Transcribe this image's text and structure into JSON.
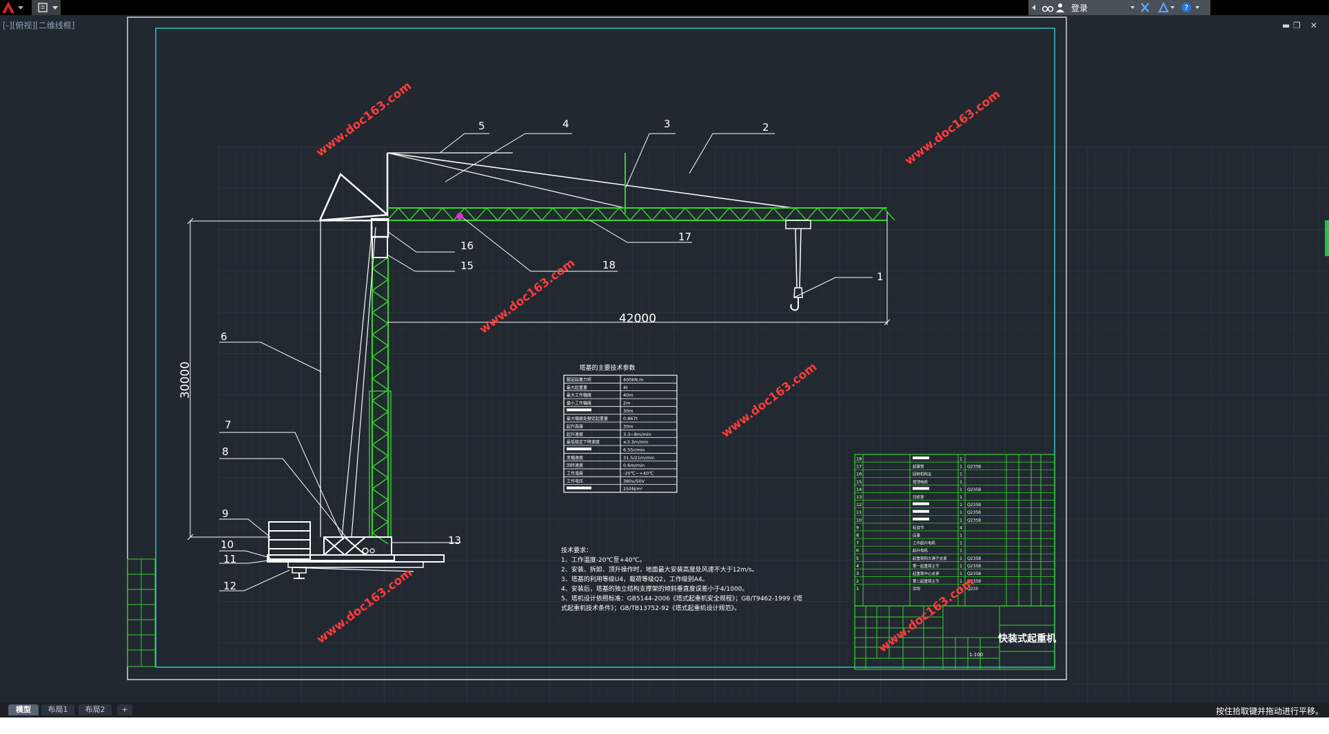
{
  "toolbar": {
    "login_label": "登录"
  },
  "viewport": {
    "label": "[-][俯视][二维线框]"
  },
  "tabs": [
    {
      "label": "模型",
      "active": true
    },
    {
      "label": "布局1",
      "active": false
    },
    {
      "label": "布局2",
      "active": false
    },
    {
      "label": "+",
      "active": false
    }
  ],
  "status": {
    "message": "按住拾取键并拖动进行平移。"
  },
  "drawing": {
    "callouts": [
      "1",
      "2",
      "3",
      "4",
      "5",
      "6",
      "7",
      "8",
      "9",
      "10",
      "11",
      "12",
      "13",
      "15",
      "16",
      "17",
      "18"
    ],
    "dim_height": "30000",
    "dim_length": "42000",
    "table_title": "塔基的主要技术参数",
    "table_rows": [
      [
        "额定起重力矩",
        "400kN.m"
      ],
      [
        "最大起重量",
        "4t"
      ],
      [
        "最大工作幅度",
        "40m"
      ],
      [
        "最小工作幅度",
        "2m"
      ],
      [
        "",
        "30m"
      ],
      [
        "最大幅度处额定起重量",
        "0.867t"
      ],
      [
        "起升高度",
        "30m"
      ],
      [
        "起升速度",
        "3.3~8m/min"
      ],
      [
        "最低稳定下降速度",
        "≤3.3m/min"
      ],
      [
        "",
        "6.55r/min"
      ],
      [
        "变幅速度",
        "31.5/21m/min"
      ],
      [
        "回转速度",
        "0.6m/min"
      ],
      [
        "工作温度",
        "-20℃~+40℃"
      ],
      [
        "工作电压",
        "380v/50V"
      ],
      [
        "",
        "250N/m²"
      ]
    ],
    "tech_title": "技术要求：",
    "tech_lines": [
      "1、工作温度-20℃至+40℃。",
      "2、安装、拆卸、顶升操作时，地面最大安装高度处风速不大于12m/s。",
      "3、塔基的利用等级U4，载荷等级Q2，工作级别A4。",
      "4、安装后，塔基的独立结构支撑架的倾斜垂直度误差小于4/1000。",
      "5、塔机设计依照标准：GB5144-2006《塔式起重机安全规程》；GB/T9462-1999《塔",
      "式起重机技术条件》；GB/TB13752-92《塔式起重机设计规范》。"
    ],
    "bom_numbers": [
      "18",
      "17",
      "16",
      "15",
      "14",
      "13",
      "12",
      "11",
      "10",
      "9",
      "8",
      "7",
      "6",
      "5",
      "4",
      "3",
      "2",
      "1"
    ],
    "bom_names": [
      "",
      "起重臂",
      "回转机构支",
      "塔顶电机",
      "",
      "司机室",
      "",
      "",
      "",
      "标准节",
      "压重",
      "工作起升电机",
      "起升电机",
      "起重臂钩大滑子支承",
      "第一起重臂主节",
      "起重臂中心支承",
      "第二起重臂主节",
      "吊钩"
    ],
    "bom_qty": [
      "1",
      "1",
      "1",
      "1",
      "1",
      "1",
      "1",
      "1",
      "1",
      "4",
      "1",
      "1",
      "1",
      "1",
      "1",
      "1",
      "1",
      "1"
    ],
    "bom_material": [
      "",
      "Q235B",
      "",
      "",
      "Q235B",
      "",
      "Q235B",
      "Q235B",
      "Q235B",
      "",
      "",
      "",
      "",
      "Q235B",
      "Q235B",
      "Q235B",
      "Q235B",
      "Q235"
    ],
    "title_block": "快装式起重机",
    "title_scale": "1:100",
    "watermarks": [
      "www.doc163.com",
      "www.doc163.com",
      "www.doc163.com",
      "www.doc163.com",
      "www.doc163.com",
      "www.doc163.com"
    ]
  },
  "colors": {
    "background": "#212830",
    "truss": "#36d42a",
    "frame": "#2fd0d0",
    "line": "#ffffff"
  }
}
